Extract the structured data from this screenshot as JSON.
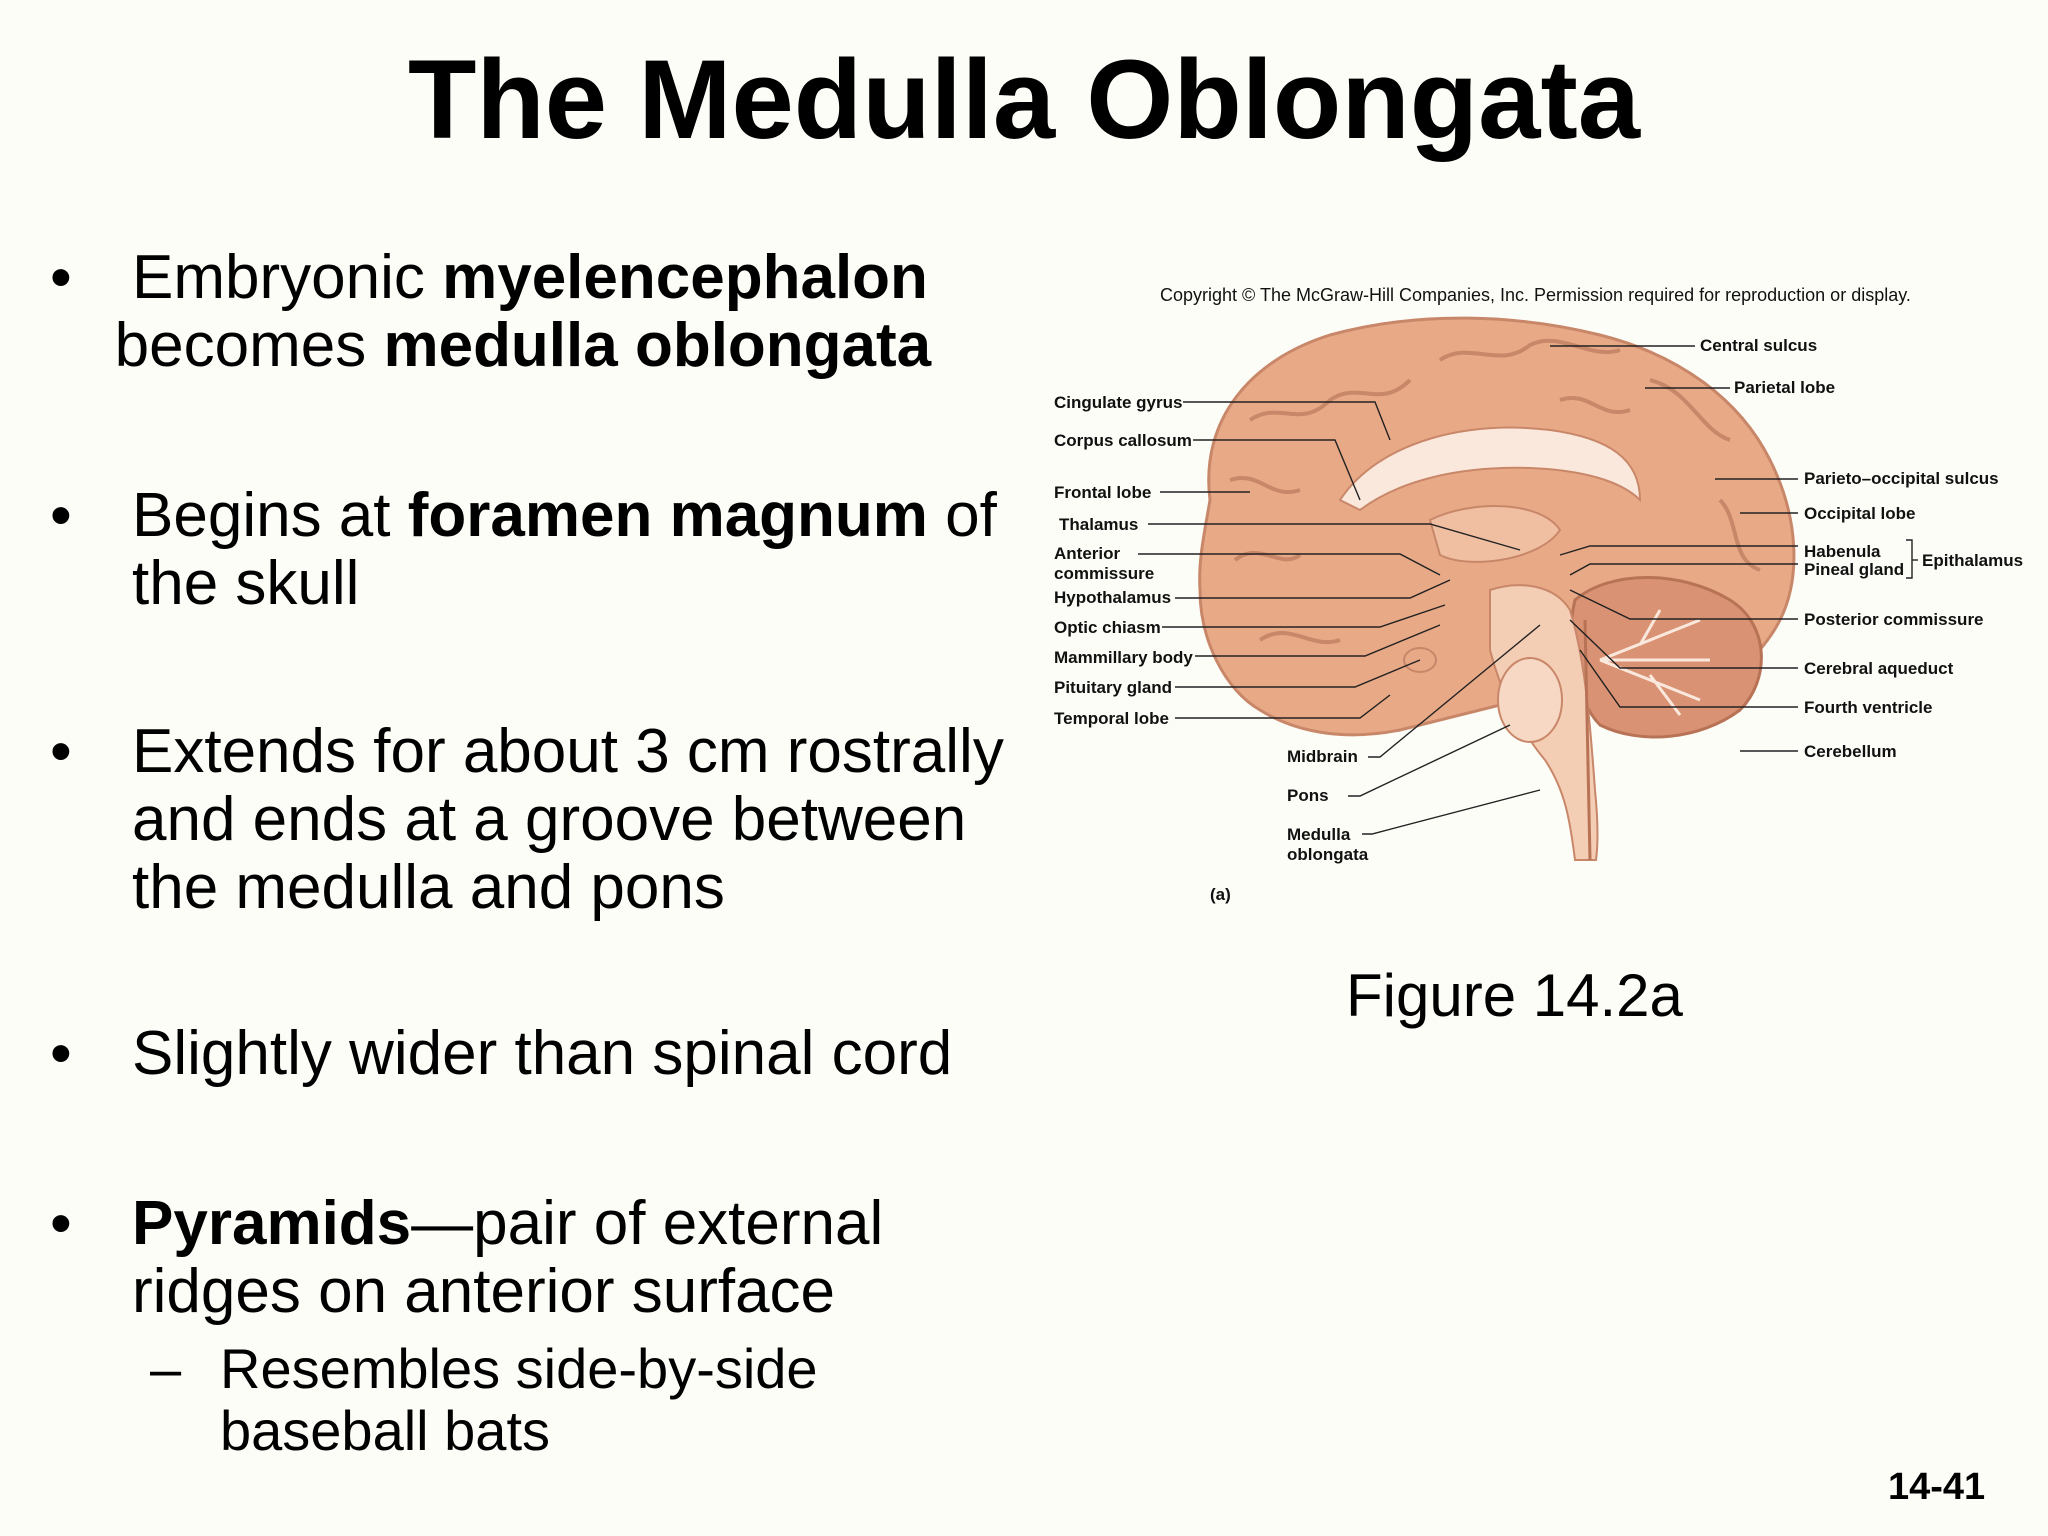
{
  "slide": {
    "title": "The Medulla Oblongata",
    "slide_number": "14-41"
  },
  "bullets": [
    {
      "parts": [
        {
          "text": "Embryonic ",
          "bold": false
        },
        {
          "text": "myelencephalon",
          "bold": true
        },
        {
          "text": " becomes ",
          "bold": false
        },
        {
          "text": "medulla oblongata",
          "bold": true
        }
      ]
    },
    {
      "parts": [
        {
          "text": "Begins at ",
          "bold": false
        },
        {
          "text": "foramen magnum",
          "bold": true
        },
        {
          "text": " of the skull",
          "bold": false
        }
      ]
    },
    {
      "parts": [
        {
          "text": "Extends for about 3 cm rostrally and ends at a groove between the medulla and pons",
          "bold": false
        }
      ]
    },
    {
      "parts": [
        {
          "text": "Slightly wider than spinal cord",
          "bold": false
        }
      ]
    },
    {
      "parts": [
        {
          "text": "Pyramids",
          "bold": true
        },
        {
          "text": "—pair of external ridges on anterior surface",
          "bold": false
        }
      ],
      "sub": "Resembles side-by-side baseball bats"
    }
  ],
  "figure": {
    "copyright": "Copyright © The McGraw-Hill Companies, Inc. Permission required for reproduction or display.",
    "panel_label": "(a)",
    "caption": "Figure 14.2a",
    "labels": {
      "central_sulcus": "Central sulcus",
      "parietal_lobe": "Parietal lobe",
      "cingulate_gyrus": "Cingulate gyrus",
      "corpus_callosum": "Corpus callosum",
      "frontal_lobe": "Frontal lobe",
      "thalamus": "Thalamus",
      "anterior_commissure_1": "Anterior",
      "anterior_commissure_2": "commissure",
      "hypothalamus": "Hypothalamus",
      "optic_chiasm": "Optic chiasm",
      "mammillary_body": "Mammillary body",
      "pituitary_gland": "Pituitary gland",
      "temporal_lobe": "Temporal lobe",
      "midbrain": "Midbrain",
      "pons": "Pons",
      "medulla_1": "Medulla",
      "medulla_2": "oblongata",
      "parieto_occipital_sulcus": "Parieto–occipital sulcus",
      "occipital_lobe": "Occipital lobe",
      "habenula": "Habenula",
      "pineal_gland": "Pineal gland",
      "epithalamus": "Epithalamus",
      "posterior_commissure": "Posterior commissure",
      "cerebral_aqueduct": "Cerebral aqueduct",
      "fourth_ventricle": "Fourth ventricle",
      "cerebellum": "Cerebellum"
    }
  },
  "colors": {
    "background": "#fdfdf8",
    "brain_fill": "#e8a987",
    "brain_dark": "#c9876a",
    "brainstem_fill": "#f3cdb4"
  }
}
